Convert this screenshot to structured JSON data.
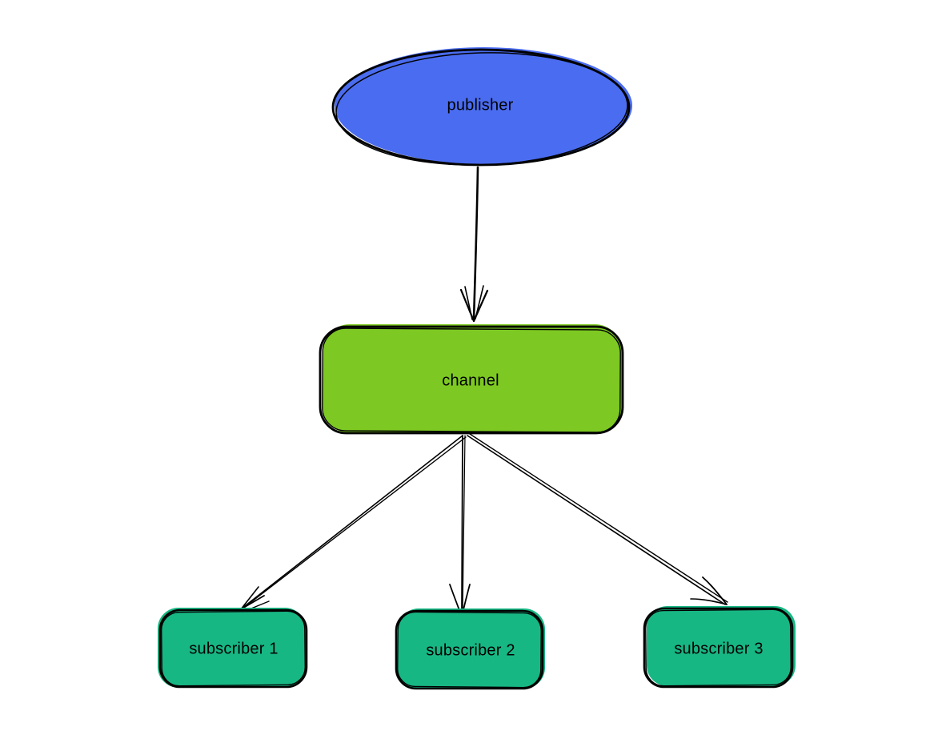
{
  "diagram": {
    "background": "#ffffff",
    "stroke_color": "#000000",
    "text_color": "#000000",
    "nodes": {
      "publisher": {
        "label": "publisher",
        "shape": "ellipse",
        "fill": "#4a6cf0"
      },
      "channel": {
        "label": "channel",
        "shape": "rounded-rectangle",
        "fill": "#7dc822"
      },
      "subscriber1": {
        "label": "subscriber 1",
        "shape": "rounded-rectangle",
        "fill": "#17b784"
      },
      "subscriber2": {
        "label": "subscriber 2",
        "shape": "rounded-rectangle",
        "fill": "#17b784"
      },
      "subscriber3": {
        "label": "subscriber 3",
        "shape": "rounded-rectangle",
        "fill": "#17b784"
      }
    },
    "edges": [
      {
        "from": "publisher",
        "to": "channel"
      },
      {
        "from": "channel",
        "to": "subscriber 1"
      },
      {
        "from": "channel",
        "to": "subscriber 2"
      },
      {
        "from": "channel",
        "to": "subscriber 3"
      }
    ]
  }
}
